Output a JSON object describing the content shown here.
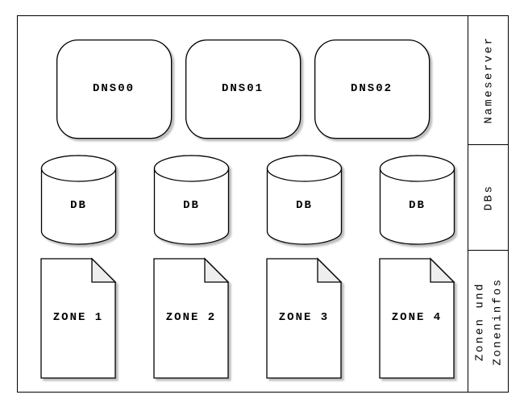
{
  "diagram_title": "",
  "nodes": {
    "nameservers": [
      {
        "label": "DNS00"
      },
      {
        "label": "DNS01"
      },
      {
        "label": "DNS02"
      }
    ],
    "databases": [
      {
        "label": "DB"
      },
      {
        "label": "DB"
      },
      {
        "label": "DB"
      },
      {
        "label": "DB"
      }
    ],
    "zones": [
      {
        "label": "ZONE 1"
      },
      {
        "label": "ZONE 2"
      },
      {
        "label": "ZONE 3"
      },
      {
        "label": "ZONE 4"
      }
    ]
  },
  "sidebar": {
    "sections": [
      {
        "label": "Nameserver"
      },
      {
        "label": "DBs"
      },
      {
        "label": "Zonen und\nZoneninfos"
      }
    ]
  },
  "colors": {
    "background": "#ffffff",
    "border": "#000000",
    "shadow": "#bdbdbd",
    "document_fold": "#eeeeee",
    "text": "#000000"
  }
}
